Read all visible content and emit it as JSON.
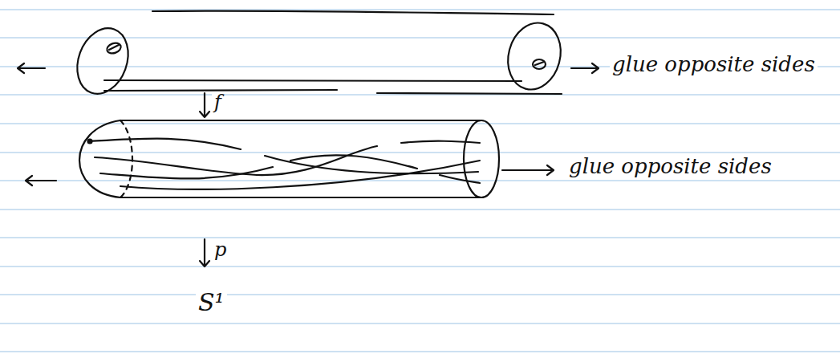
{
  "diagram": {
    "labels": [
      "glue opposite sides",
      "f",
      "glue opposite sides",
      "p",
      "S¹"
    ]
  }
}
